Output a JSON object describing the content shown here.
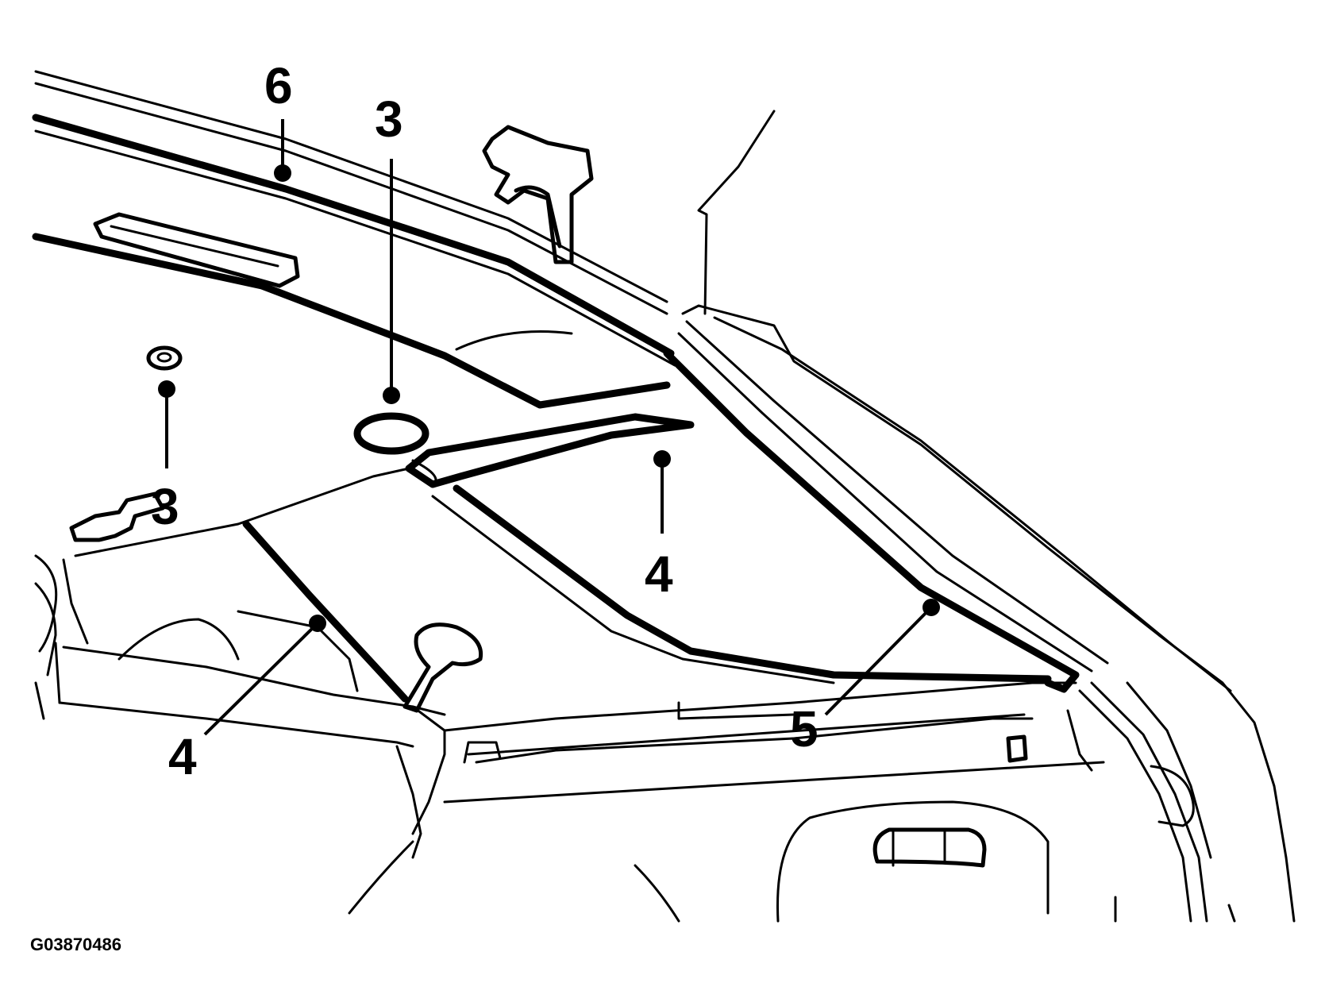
{
  "callouts": {
    "c6": "6",
    "c3_upper": "3",
    "c3_left": "3",
    "c4_right": "4",
    "c4_left": "4",
    "c5": "5"
  },
  "figure_code": "G03870486"
}
